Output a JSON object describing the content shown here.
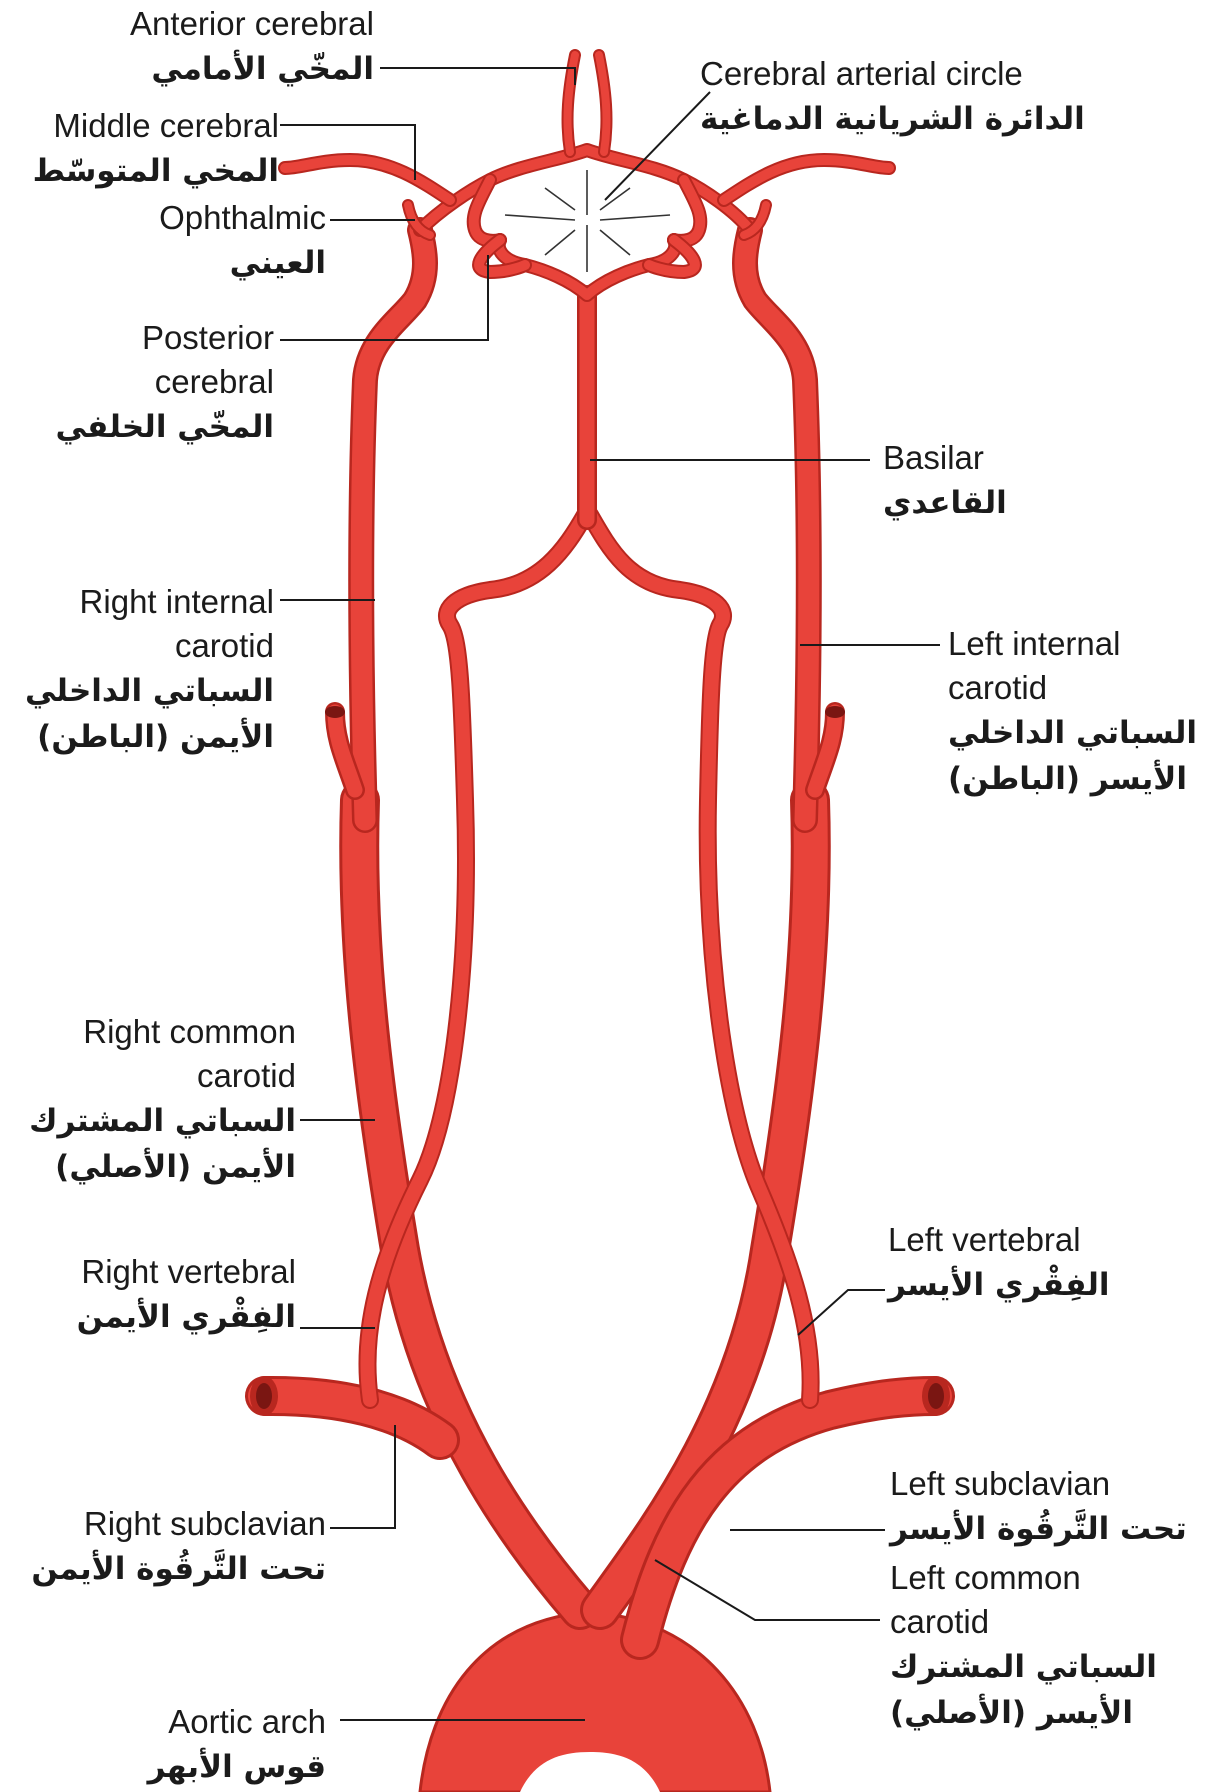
{
  "labels": {
    "anterior_cerebral": {
      "en": "Anterior cerebral",
      "ar": "المخّي الأمامي"
    },
    "cerebral_arterial_circle": {
      "en": "Cerebral arterial circle",
      "ar": "الدائرة الشريانية الدماغية"
    },
    "middle_cerebral": {
      "en": "Middle cerebral",
      "ar": "المخي المتوسّط"
    },
    "ophthalmic": {
      "en": "Ophthalmic",
      "ar": "العيني"
    },
    "posterior_cerebral": {
      "en1": "Posterior",
      "en2": "cerebral",
      "ar": "المخّي الخلفي"
    },
    "basilar": {
      "en": "Basilar",
      "ar": "القاعدي"
    },
    "right_internal_carotid": {
      "en1": "Right internal",
      "en2": "carotid",
      "ar1": "السباتي الداخلي",
      "ar2": "(الباطن) الأيمن"
    },
    "left_internal_carotid": {
      "en1": "Left internal",
      "en2": "carotid",
      "ar1": "السباتي الداخلي",
      "ar2": "(الباطن) الأيسر"
    },
    "right_common_carotid": {
      "en1": "Right common",
      "en2": "carotid",
      "ar1": "السباتي المشترك",
      "ar2": "(الأصلي) الأيمن"
    },
    "right_vertebral": {
      "en": "Right vertebral",
      "ar": "الفِقْري الأيمن"
    },
    "left_vertebral": {
      "en": "Left vertebral",
      "ar": "الفِقْري الأيسر"
    },
    "right_subclavian": {
      "en": "Right subclavian",
      "ar": "تحت التَّرقُوة الأيمن"
    },
    "left_subclavian": {
      "en": "Left subclavian",
      "ar": "تحت التَّرقُوة الأيسر"
    },
    "left_common_carotid": {
      "en1": "Left common",
      "en2": "carotid",
      "ar1": "السباتي المشترك",
      "ar2": "(الأصلي) الأيسر"
    },
    "aortic_arch": {
      "en": "Aortic arch",
      "ar": "قوس الأبهر"
    }
  },
  "colors": {
    "artery": "#e8433a",
    "artery_edge": "#b8271f",
    "text": "#1b1b1b"
  }
}
